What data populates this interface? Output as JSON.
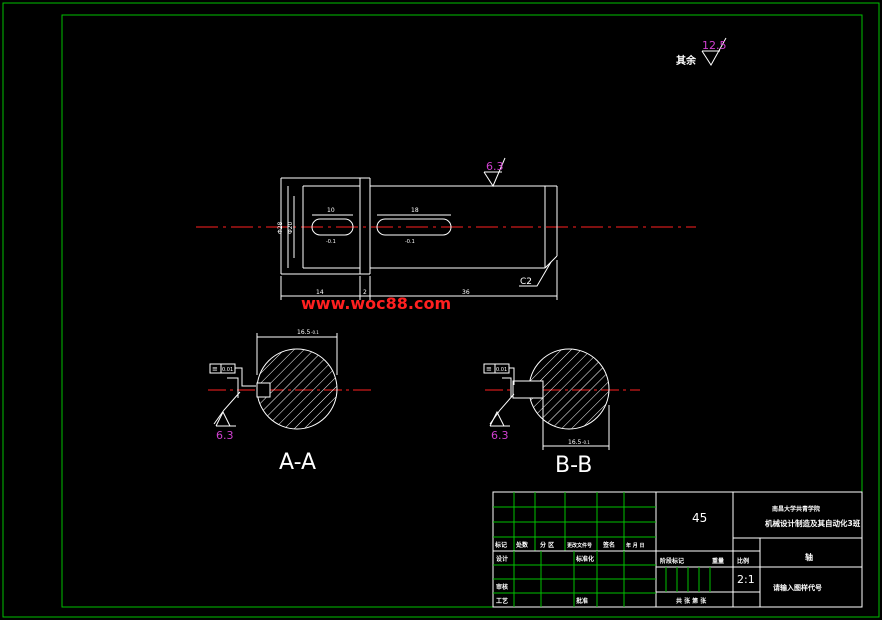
{
  "drawing": {
    "colors": {
      "background": "#000000",
      "frame": "#00c000",
      "outline": "#ffffff",
      "centerline": "#ff2020",
      "roughness": "#d040d0",
      "watermark": "#ff2020"
    },
    "title_block": {
      "material": "45",
      "school": "南昌大学共青学院",
      "project": "机械设计制造及其自动化3班",
      "part_name": "轴",
      "scale": "2:1",
      "drawing_no_hint": "请输入图样代号",
      "headers": [
        "标记",
        "处数",
        "分 区",
        "更改文件号",
        "签名",
        "年 月 日"
      ],
      "role_design": "设计",
      "role_standardize": "标准化",
      "role_review": "审核",
      "role_process": "工艺",
      "role_approve": "批准",
      "stage_mark": "阶段标记",
      "weight": "重量",
      "scale_label": "比例",
      "sheet_info": "共  张  第  张"
    },
    "roughness_other": {
      "label": "其余",
      "value": "12.5"
    },
    "roughness_top": "6.3",
    "main_view": {
      "dim_dia_large": "Φ28",
      "dim_dia_small": "Φ20",
      "dim_key_left": "10",
      "dim_key_right": "18",
      "tol_left": "-0.1",
      "tol_right": "-0.1",
      "dim_len_14": "14",
      "dim_len_2": "2",
      "dim_len_36": "36",
      "chamfer": "C2"
    },
    "section_aa": {
      "label": "A-A",
      "dim_top": "16.5",
      "dim_top_tol": "-0.1",
      "tolerance_value": "0.01",
      "roughness": "6.3"
    },
    "section_bb": {
      "label": "B-B",
      "dim_bottom": "16.5",
      "dim_bottom_tol": "-0.1",
      "tolerance_value": "0.01",
      "roughness": "6.3"
    },
    "watermark": "www.woc88.com"
  }
}
